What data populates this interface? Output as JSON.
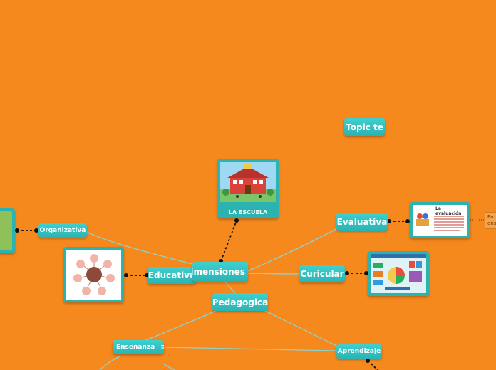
{
  "map": {
    "root": "imensiones",
    "floating_topic": "Topic te",
    "escuela_caption": "LA ESCUELA",
    "nodes": {
      "organizativa": "Organizativa",
      "educativa": "Educativa",
      "evaluativa": "Evaluativa",
      "curicular": "Curicular",
      "pedagogica": "Pedagogica",
      "ensenanza": "Enseñanza",
      "aprendizaje": "Aprendizaje"
    },
    "evaluacion_image_title": "La evaluación",
    "note_text_line1": "Pro",
    "note_text_line2": "ens",
    "menu_icon": "≡"
  },
  "colors": {
    "background": "#F5891E",
    "node": "#2bb3b2",
    "link": "#7fcfc9"
  }
}
